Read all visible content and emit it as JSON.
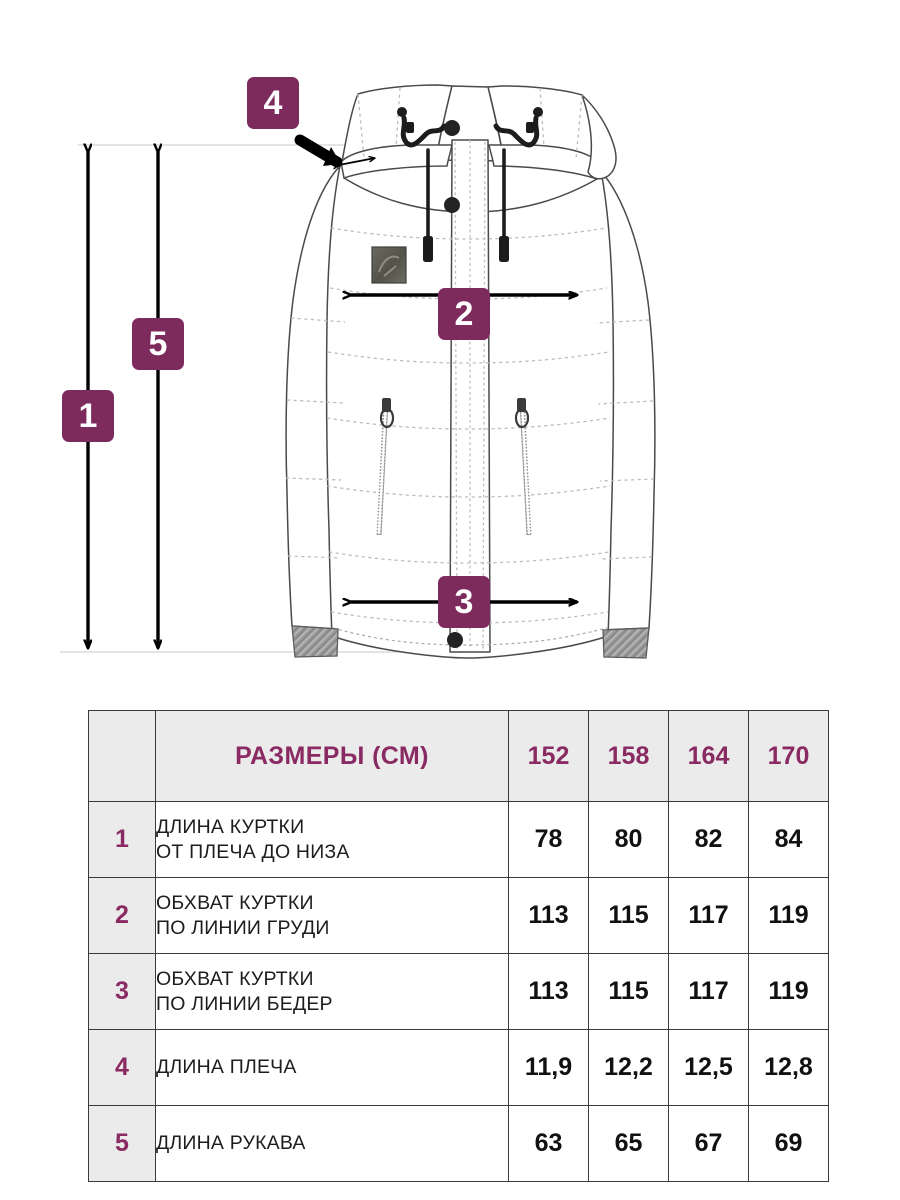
{
  "colors": {
    "accent": "#8a2a63",
    "badge": "#7d2a5d",
    "arrow": "#000000",
    "header_bg": "#ebebeb",
    "border": "#3a3a3a",
    "guide_line": "#d8d8d8",
    "jacket_outline": "#4a4a4a",
    "jacket_fill": "#ffffff",
    "quilt_line": "#b5b5b5",
    "cuff": "#8c8c8c",
    "logo_patch": "#5f5f55",
    "value_text": "#111111",
    "name_text": "#1d1d1d"
  },
  "illustration": {
    "title": "jacket-technical-drawing",
    "callouts": [
      {
        "id": "1",
        "label": "1",
        "orientation": "vertical",
        "measure": "jacket-length-shoulder-to-hem"
      },
      {
        "id": "5",
        "label": "5",
        "orientation": "vertical",
        "measure": "sleeve-length"
      },
      {
        "id": "2",
        "label": "2",
        "orientation": "horizontal",
        "measure": "chest-circumference"
      },
      {
        "id": "3",
        "label": "3",
        "orientation": "horizontal",
        "measure": "hip-circumference"
      },
      {
        "id": "4",
        "label": "4",
        "orientation": "pointer",
        "measure": "shoulder-length"
      }
    ],
    "garment_parts": [
      "hood",
      "collar",
      "drawstring-cords",
      "snap-buttons",
      "front-placket",
      "chest-logo-patch",
      "zip-pockets",
      "quilted-panels",
      "ribbed-cuffs",
      "hem"
    ]
  },
  "table": {
    "header": {
      "index_label": "",
      "title": "РАЗМЕРЫ (СМ)",
      "sizes": [
        "152",
        "158",
        "164",
        "170"
      ]
    },
    "rows": [
      {
        "index": "1",
        "name_lines": [
          "ДЛИНА КУРТКИ",
          "ОТ ПЛЕЧА ДО НИЗА"
        ],
        "values": [
          "78",
          "80",
          "82",
          "84"
        ]
      },
      {
        "index": "2",
        "name_lines": [
          "ОБХВАТ КУРТКИ",
          "ПО ЛИНИИ ГРУДИ"
        ],
        "values": [
          "113",
          "115",
          "117",
          "119"
        ]
      },
      {
        "index": "3",
        "name_lines": [
          "ОБХВАТ КУРТКИ",
          "ПО ЛИНИИ БЕДЕР"
        ],
        "values": [
          "113",
          "115",
          "117",
          "119"
        ]
      },
      {
        "index": "4",
        "name_lines": [
          "ДЛИНА ПЛЕЧА"
        ],
        "values": [
          "11,9",
          "12,2",
          "12,5",
          "12,8"
        ]
      },
      {
        "index": "5",
        "name_lines": [
          "ДЛИНА РУКАВА"
        ],
        "values": [
          "63",
          "65",
          "67",
          "69"
        ]
      }
    ]
  }
}
